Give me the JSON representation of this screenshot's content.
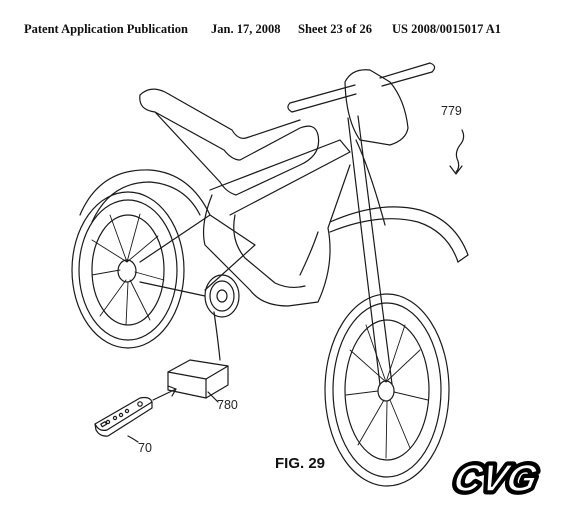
{
  "header": {
    "publication": "Patent Application Publication",
    "date": "Jan. 17, 2008",
    "sheet": "Sheet 23 of 26",
    "number": "US 2008/0015017 A1"
  },
  "figure": {
    "caption": "FIG. 29",
    "labels": {
      "bike": "779",
      "module": "780",
      "controller": "70"
    }
  },
  "logo": {
    "text": "CVG",
    "color": "#000000"
  },
  "colors": {
    "line": "#1a1a1a",
    "paper": "#ffffff"
  }
}
